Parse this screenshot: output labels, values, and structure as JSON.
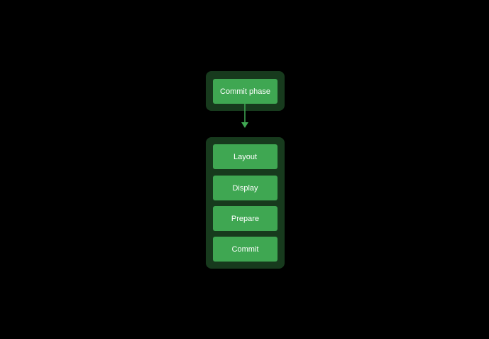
{
  "diagram": {
    "source": {
      "label": "Commit phase"
    },
    "steps": [
      {
        "label": "Layout"
      },
      {
        "label": "Display"
      },
      {
        "label": "Prepare"
      },
      {
        "label": "Commit"
      }
    ]
  },
  "colors": {
    "background": "#000000",
    "group_fill": "#173a1d",
    "box_fill": "#3fa752",
    "arrow": "#3fa752",
    "text": "#ffffff"
  }
}
